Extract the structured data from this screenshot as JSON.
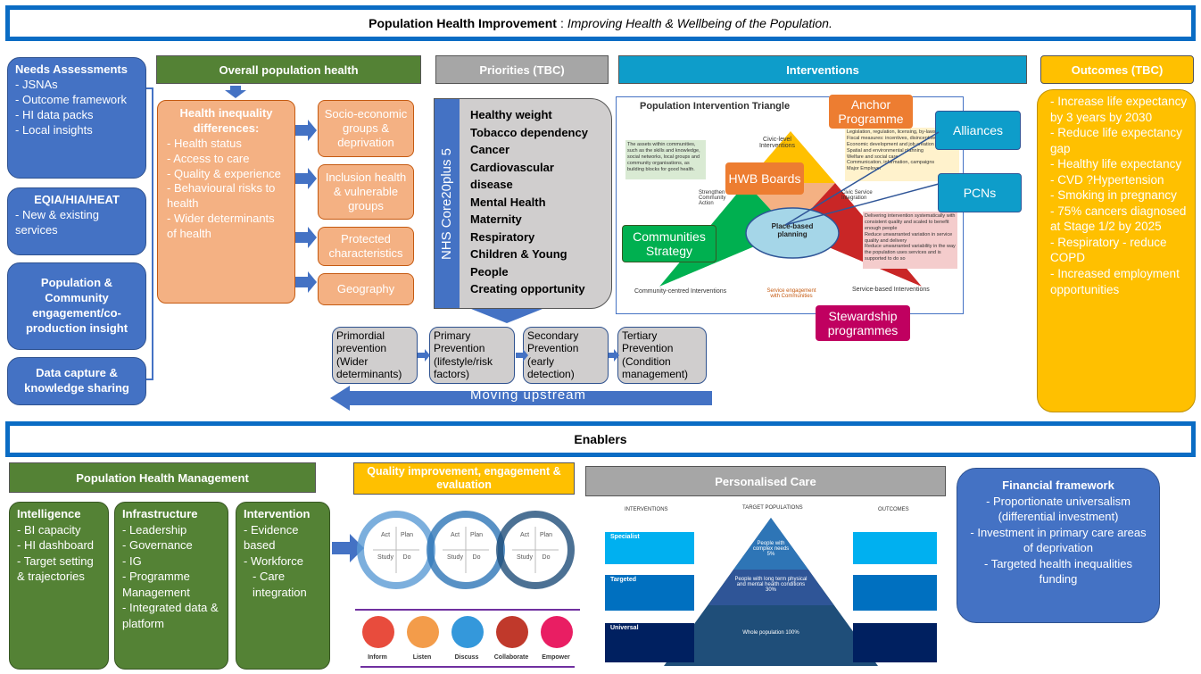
{
  "banner_top": {
    "bold": "Population Health Improvement",
    "sep": ":",
    "italic": "Improving Health & Wellbeing of the Population."
  },
  "needs": {
    "title": "Needs Assessments",
    "items": [
      "JSNAs",
      "Outcome framework",
      "HI data packs",
      "Local insights"
    ]
  },
  "eqia": {
    "title": "EQIA/HIA/HEAT",
    "items": [
      "New & existing services"
    ]
  },
  "population_engagement": {
    "title": "Population & Community engagement/co-production insight"
  },
  "data_capture": {
    "title": "Data capture & knowledge sharing"
  },
  "overall": {
    "title": "Overall population health"
  },
  "inequality": {
    "title": "Health inequality differences:",
    "items": [
      "Health status",
      "Access to care",
      "Quality & experience",
      "Behavioural risks to health",
      "Wider determinants of health"
    ]
  },
  "groups": [
    "Socio-economic groups & deprivation",
    "Inclusion health & vulnerable groups",
    "Protected characteristics",
    "Geography"
  ],
  "priorities": {
    "title": "Priorities (TBC)",
    "vertical": "NHS Core20plus 5",
    "items": [
      "Healthy weight",
      "Tobacco dependency",
      "Cancer",
      "Cardiovascular disease",
      "Mental Health",
      "Maternity",
      "Respiratory",
      "Children & Young People",
      "Creating opportunity"
    ]
  },
  "prevention": [
    {
      "label": "Primordial prevention (Wider determinants)"
    },
    {
      "label": "Primary Prevention (lifestyle/risk factors)"
    },
    {
      "label": "Secondary Prevention (early detection)"
    },
    {
      "label": "Tertiary Prevention (Condition management)"
    }
  ],
  "upstream": "Moving upstream",
  "interventions": {
    "title": "Interventions",
    "triangle_title": "Population Intervention Triangle",
    "civic": "Civic-level Interventions",
    "community": "Community-centred Interventions",
    "service": "Service-based Interventions",
    "center": "Place-based planning",
    "strengthen": "Strengthen Community Action",
    "civic_integration": "Civic Service Integration",
    "service_engagement": "Service engagement with Communities",
    "left_note": "The assets within communities, such as the skills and knowledge, social networks, local groups and community organisations, as building blocks for good health.",
    "top_list": [
      "Legislation, regulation, licensing, by-laws",
      "Fiscal measures: incentives, disincentives",
      "Economic development and job creation",
      "Spatial and environmental planning",
      "Welfare and social care",
      "Communication, information, campaigns",
      "Major Employer"
    ],
    "right_list": [
      "Delivering intervention systematically with consistent quality and scaled to benefit enough people",
      "Reduce unwarranted variation in service quality and delivery",
      "Reduce unwarranted variability in the way the population uses services and is supported to do so"
    ],
    "anchor": "Anchor Programme",
    "hwb": "HWB Boards",
    "alliances": "Alliances",
    "pcns": "PCNs",
    "communities": "Communities Strategy",
    "stewardship": "Stewardship programmes"
  },
  "outcomes": {
    "title": "Outcomes (TBC)",
    "items": [
      "Increase life expectancy by 3 years by 2030",
      "Reduce life expectancy gap",
      "Healthy life expectancy",
      "CVD ?Hypertension",
      "Smoking in pregnancy",
      "75% cancers diagnosed at Stage 1/2 by 2025",
      "Respiratory - reduce COPD",
      "Increased employment opportunities"
    ]
  },
  "enablers": "Enablers",
  "phm": {
    "title": "Population Health Management"
  },
  "intelligence": {
    "title": "Intelligence",
    "items": [
      "BI capacity",
      "HI dashboard",
      "Target setting & trajectories"
    ]
  },
  "infrastructure": {
    "title": "Infrastructure",
    "items": [
      "Leadership",
      "Governance",
      "IG",
      "Programme Management",
      "Integrated data & platform"
    ]
  },
  "intervention_box": {
    "title": "Intervention",
    "items": [
      "Evidence based",
      "Workforce"
    ],
    "sub": "- Care integration"
  },
  "qi": {
    "title": "Quality improvement, engagement & evaluation",
    "pdsa": [
      "Act",
      "Plan",
      "Study",
      "Do"
    ],
    "engage": [
      "Inform",
      "Listen",
      "Discuss",
      "Collaborate",
      "Empower"
    ]
  },
  "pc": {
    "title": "Personalised Care",
    "col_left": "INTERVENTIONS",
    "col_mid": "TARGET POPULATIONS",
    "col_right": "OUTCOMES",
    "specialist": "Specialist",
    "targeted": "Targeted",
    "universal": "Universal",
    "tier1": "People with complex needs 5%",
    "tier2": "People with long term physical and mental health conditions 30%",
    "tier3": "Whole population 100%"
  },
  "financial": {
    "title": "Financial framework",
    "items": [
      "Proportionate universalism (differential investment)",
      "Investment in primary care areas of deprivation"
    ],
    "sub": "- Targeted health inequalities funding"
  }
}
